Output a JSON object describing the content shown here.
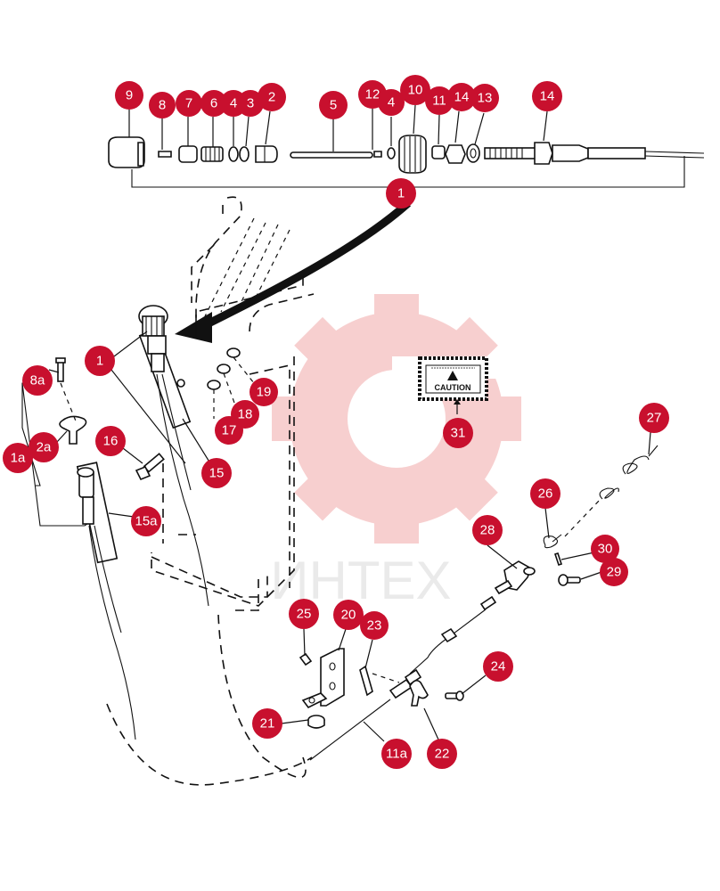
{
  "callouts": {
    "c9": "9",
    "c8": "8",
    "c7": "7",
    "c6": "6",
    "c4a": "4",
    "c3": "3",
    "c2": "2",
    "c5": "5",
    "c12": "12",
    "c4b": "4",
    "c10": "10",
    "c11": "11",
    "c14a": "14",
    "c13": "13",
    "c14b": "14",
    "c1_top": "1",
    "c1_left": "1",
    "c8a": "8a",
    "c2a": "2a",
    "c1a": "1a",
    "c16": "16",
    "c15a": "15a",
    "c15": "15",
    "c17": "17",
    "c18": "18",
    "c19": "19",
    "c31": "31",
    "c27": "27",
    "c26": "26",
    "c28": "28",
    "c30": "30",
    "c29": "29",
    "c25": "25",
    "c20": "20",
    "c23": "23",
    "c24": "24",
    "c21": "21",
    "c11a": "11a",
    "c22": "22"
  },
  "decal": {
    "caution": "CAUTION"
  },
  "watermark": {
    "brand": "ИНТЕХ"
  },
  "colors": {
    "callout": "#c8102e",
    "watermark": "#f2a9a9",
    "line": "#111111"
  }
}
